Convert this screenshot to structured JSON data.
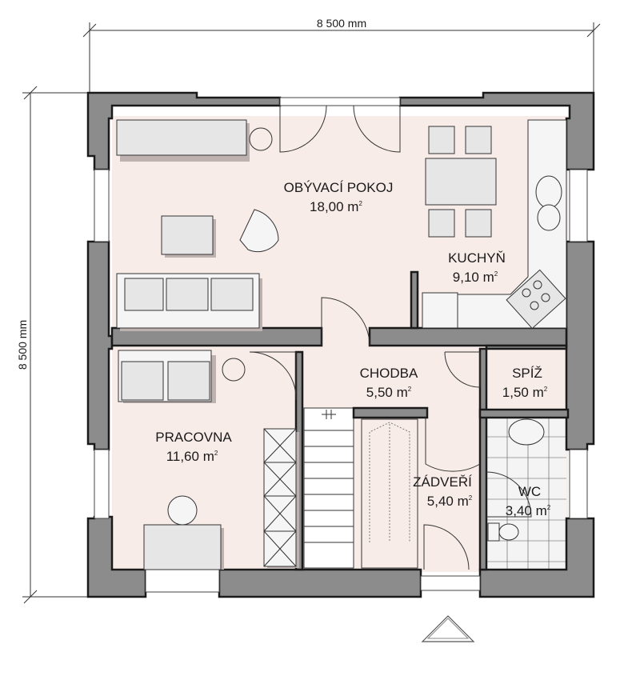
{
  "dimensions": {
    "width": "8 500 mm",
    "height": "8 500 mm"
  },
  "rooms": [
    {
      "id": "obyvaci",
      "name": "OBÝVACÍ POKOJ",
      "area": "18,00 m"
    },
    {
      "id": "kuchyn",
      "name": "KUCHYŇ",
      "area": "9,10 m"
    },
    {
      "id": "chodba",
      "name": "CHODBA",
      "area": "5,50 m"
    },
    {
      "id": "spiz",
      "name": "SPÍŽ",
      "area": "1,50 m"
    },
    {
      "id": "pracovna",
      "name": "PRACOVNA",
      "area": "11,60 m"
    },
    {
      "id": "zadveri",
      "name": "ZÁDVEŘÍ",
      "area": "5,40 m"
    },
    {
      "id": "wc",
      "name": "WC",
      "area": "3,40 m"
    }
  ],
  "area_unit_sup": "2",
  "colors": {
    "wall": "#8c8c8c",
    "floor": "#f8ece9",
    "outline": "#1a1a1a"
  }
}
